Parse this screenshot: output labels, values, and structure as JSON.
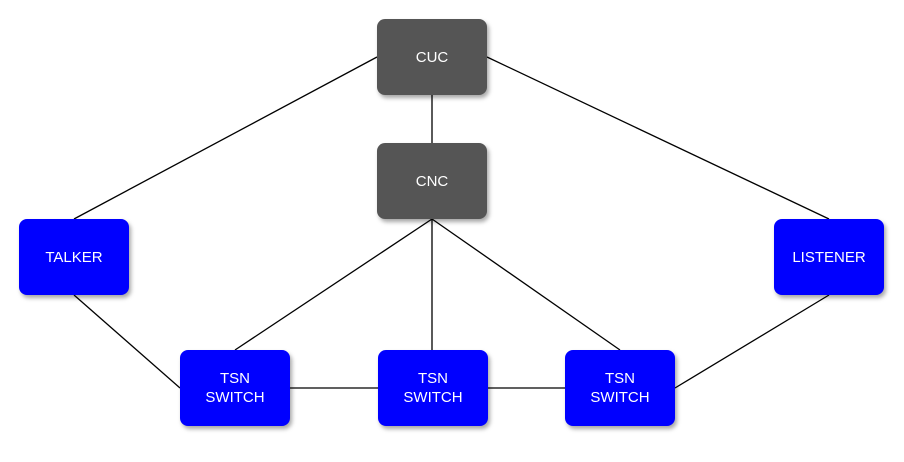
{
  "colors": {
    "controller_fill": "#555555",
    "endpoint_fill": "#0000ff",
    "text": "#ffffff",
    "edge": "#000000"
  },
  "nodes": {
    "cuc": {
      "label": "CUC"
    },
    "cnc": {
      "label": "CNC"
    },
    "talker": {
      "label": "TALKER"
    },
    "listener": {
      "label": "LISTENER"
    },
    "switch_1": {
      "line1": "TSN",
      "line2": "SWITCH"
    },
    "switch_2": {
      "line1": "TSN",
      "line2": "SWITCH"
    },
    "switch_3": {
      "line1": "TSN",
      "line2": "SWITCH"
    }
  },
  "edges": [
    [
      "cuc",
      "talker"
    ],
    [
      "cuc",
      "cnc"
    ],
    [
      "cuc",
      "listener"
    ],
    [
      "cnc",
      "switch_1"
    ],
    [
      "cnc",
      "switch_2"
    ],
    [
      "cnc",
      "switch_3"
    ],
    [
      "talker",
      "switch_1"
    ],
    [
      "switch_1",
      "switch_2"
    ],
    [
      "switch_2",
      "switch_3"
    ],
    [
      "switch_3",
      "listener"
    ]
  ]
}
